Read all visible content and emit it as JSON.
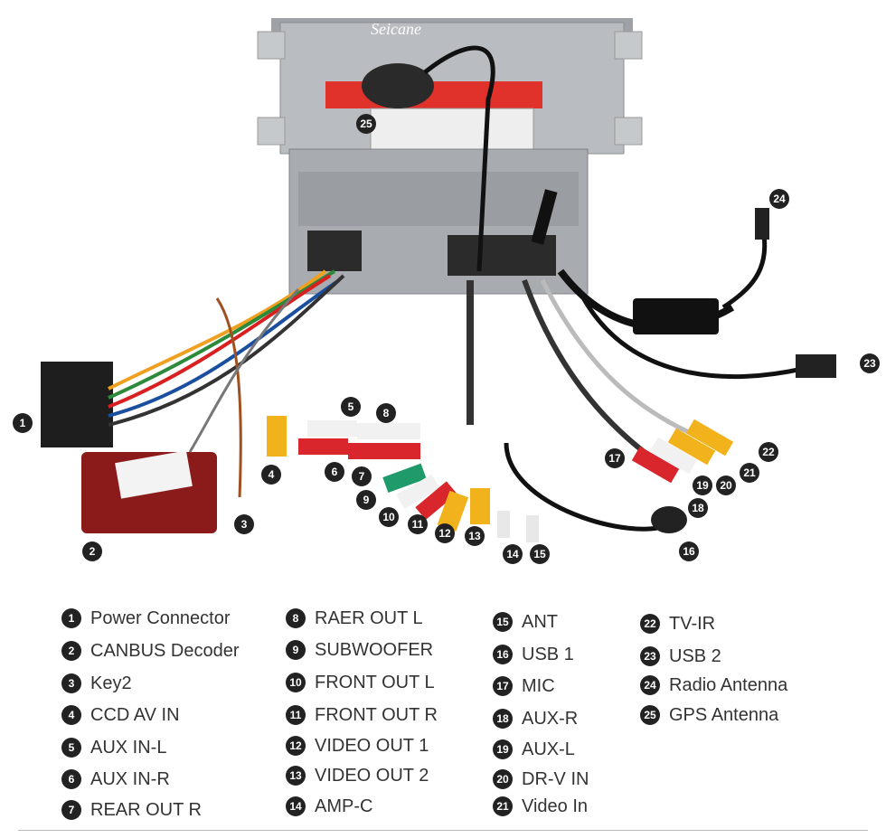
{
  "brand_watermark": "Seicane",
  "callouts": [
    "1",
    "2",
    "3",
    "4",
    "5",
    "6",
    "7",
    "8",
    "9",
    "10",
    "11",
    "12",
    "13",
    "14",
    "15",
    "16",
    "17",
    "18",
    "19",
    "20",
    "21",
    "22",
    "23",
    "24",
    "25"
  ],
  "legend": [
    {
      "num": "1",
      "label": "Power Connector"
    },
    {
      "num": "2",
      "label": "CANBUS Decoder"
    },
    {
      "num": "3",
      "label": "Key2"
    },
    {
      "num": "4",
      "label": "CCD AV IN"
    },
    {
      "num": "5",
      "label": "AUX IN-L"
    },
    {
      "num": "6",
      "label": "AUX IN-R"
    },
    {
      "num": "7",
      "label": "REAR OUT R"
    },
    {
      "num": "8",
      "label": "RAER OUT L"
    },
    {
      "num": "9",
      "label": "SUBWOOFER"
    },
    {
      "num": "10",
      "label": "FRONT OUT L"
    },
    {
      "num": "11",
      "label": "FRONT OUT R"
    },
    {
      "num": "12",
      "label": "VIDEO OUT 1"
    },
    {
      "num": "13",
      "label": "VIDEO OUT 2"
    },
    {
      "num": "14",
      "label": "AMP-C"
    },
    {
      "num": "15",
      "label": "ANT"
    },
    {
      "num": "16",
      "label": "USB 1"
    },
    {
      "num": "17",
      "label": "MIC"
    },
    {
      "num": "18",
      "label": "AUX-R"
    },
    {
      "num": "19",
      "label": "AUX-L"
    },
    {
      "num": "20",
      "label": "DR-V IN"
    },
    {
      "num": "21",
      "label": "Video In"
    },
    {
      "num": "22",
      "label": "TV-IR"
    },
    {
      "num": "23",
      "label": "USB 2"
    },
    {
      "num": "24",
      "label": "Radio Antenna"
    },
    {
      "num": "25",
      "label": "GPS Antenna"
    }
  ],
  "colors": {
    "chassis": "#b9bcc0",
    "label_red": "#e0322b",
    "rca_red": "#d8262c",
    "rca_white": "#f1f1f1",
    "rca_yellow": "#f2b21b",
    "rca_green": "#1f9a6a",
    "decoder_box": "#8b1a1a",
    "callout": "#222222"
  }
}
